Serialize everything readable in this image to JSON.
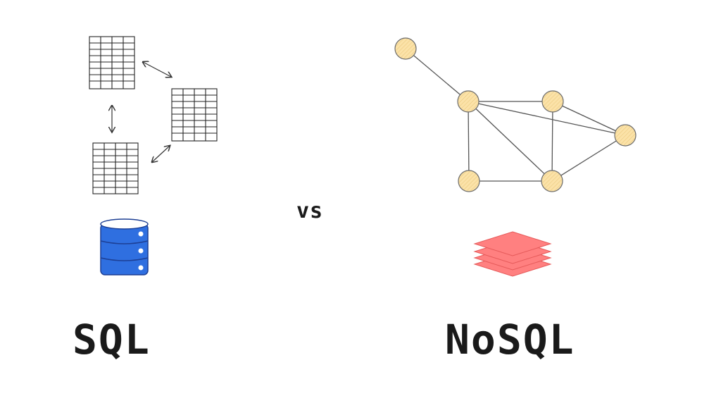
{
  "labels": {
    "vs": "vs",
    "left": "SQL",
    "right": "NoSQL"
  },
  "colors": {
    "ink": "#1a1a1a",
    "database_blue": "#2f6fe0",
    "node_fill": "#fbe2a8",
    "layers_red": "#ff7a7a"
  },
  "icons": [
    "table-icon",
    "database-icon",
    "graph-node-icon",
    "layers-icon"
  ]
}
